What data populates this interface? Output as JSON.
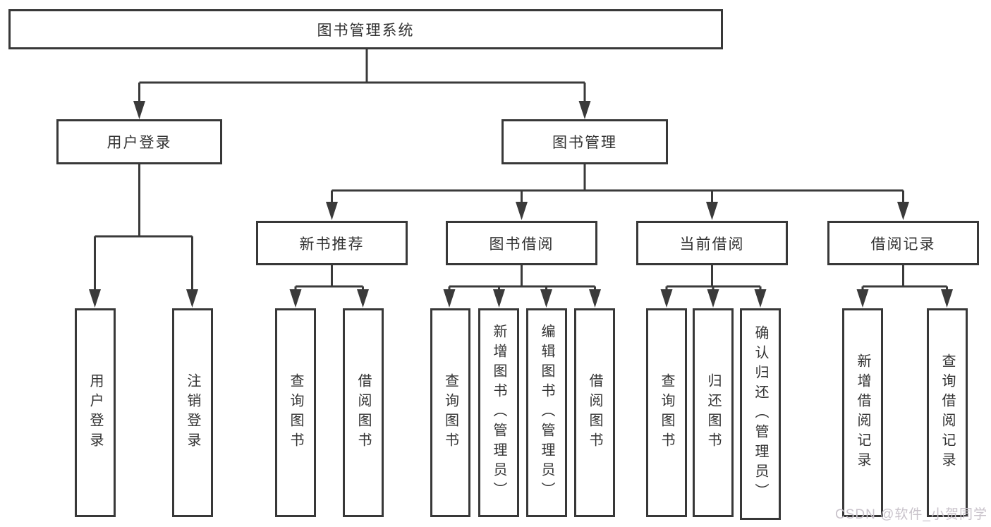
{
  "colors": {
    "line": "#3a3a3a",
    "box_border": "#383838",
    "box_fill": "#ffffff",
    "text": "#333333",
    "watermark": "#c9c3cb",
    "background": "#ffffff"
  },
  "watermark": {
    "text": "CSDN @软件_小贺同学"
  },
  "tree": {
    "label": "图书管理系统",
    "children": [
      {
        "label": "用户登录",
        "children": [
          {
            "label": "用户登录"
          },
          {
            "label": "注销登录"
          }
        ]
      },
      {
        "label": "图书管理",
        "children": [
          {
            "label": "新书推荐",
            "children": [
              {
                "label": "查询图书"
              },
              {
                "label": "借阅图书"
              }
            ]
          },
          {
            "label": "图书借阅",
            "children": [
              {
                "label": "查询图书"
              },
              {
                "label": "新增图书（管理员）"
              },
              {
                "label": "编辑图书（管理员）"
              },
              {
                "label": "借阅图书"
              }
            ]
          },
          {
            "label": "当前借阅",
            "children": [
              {
                "label": "查询图书"
              },
              {
                "label": "归还图书"
              },
              {
                "label": "确认归还（管理员）"
              }
            ]
          },
          {
            "label": "借阅记录",
            "children": [
              {
                "label": "新增借阅记录"
              },
              {
                "label": "查询借阅记录"
              }
            ]
          }
        ]
      }
    ]
  }
}
